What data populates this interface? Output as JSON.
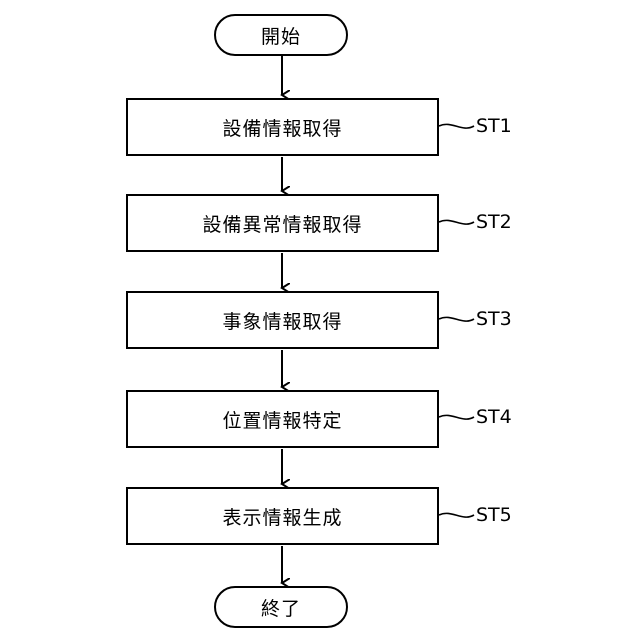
{
  "flowchart": {
    "start": "開始",
    "end": "終了",
    "steps": [
      {
        "text": "設備情報取得",
        "label": "ST1"
      },
      {
        "text": "設備異常情報取得",
        "label": "ST2"
      },
      {
        "text": "事象情報取得",
        "label": "ST3"
      },
      {
        "text": "位置情報特定",
        "label": "ST4"
      },
      {
        "text": "表示情報生成",
        "label": "ST5"
      }
    ]
  }
}
